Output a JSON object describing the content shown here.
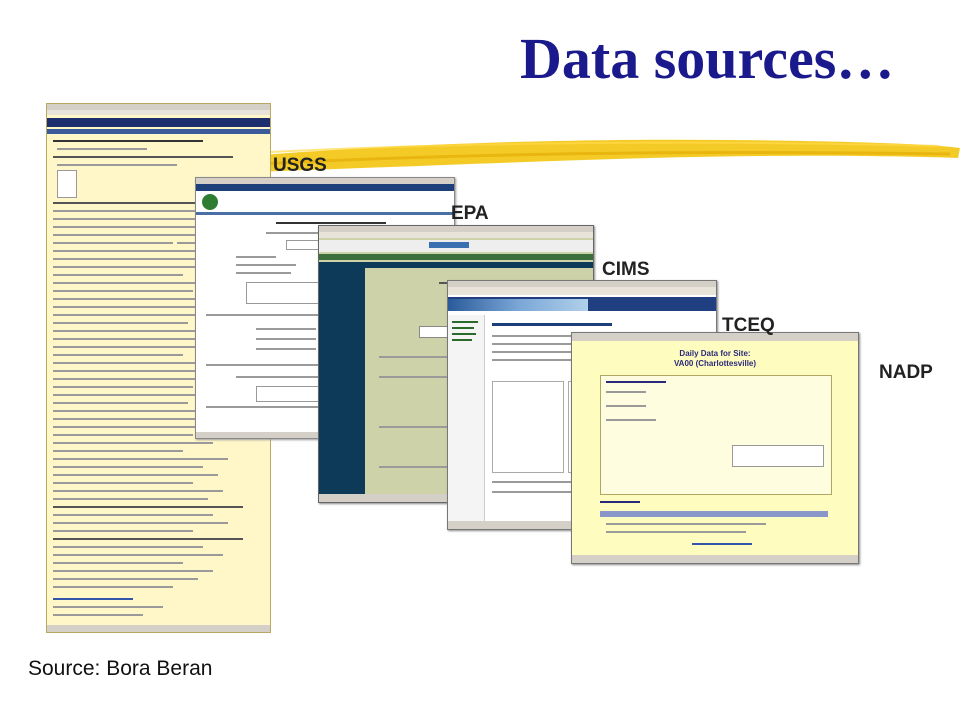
{
  "slide": {
    "title": "Data sources…",
    "source": "Source: Bora Beran",
    "labels": [
      "USGS",
      "EPA",
      "CIMS",
      "TCEQ",
      "NADP"
    ]
  },
  "screenshots": {
    "nadp": {
      "heading_line1": "Daily Data for Site:",
      "heading_line2": "VA00 (Charlottesville)"
    }
  },
  "colors": {
    "title": "#1a1a8c",
    "highlight": "#f2c200"
  }
}
